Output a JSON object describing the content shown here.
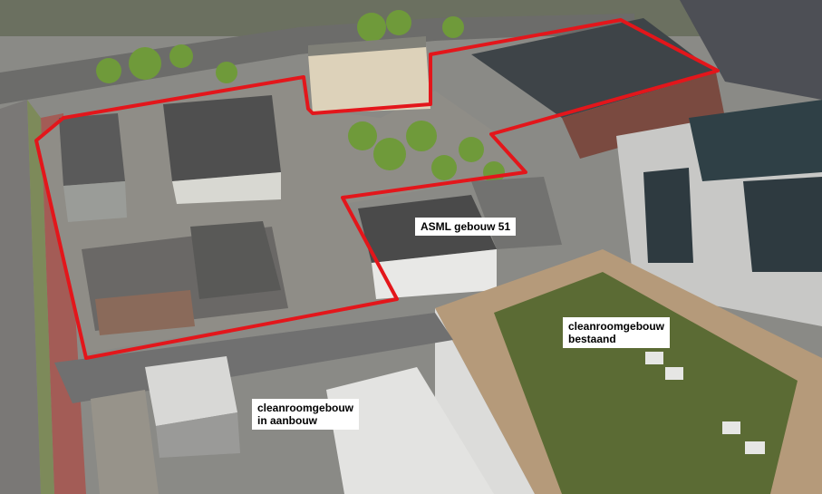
{
  "labels": {
    "asml_building": "ASML gebouw 51",
    "cleanroom_existing": [
      "cleanroomgebouw",
      "bestaand"
    ],
    "cleanroom_construction": [
      "cleanroomgebouw",
      "in aanbouw"
    ]
  },
  "colors": {
    "boundary": "#e3161b",
    "label_background": "#ffffff",
    "label_text": "#000000",
    "green_roof": "#5b6b34",
    "roof_border": "#b59a7a",
    "trees": "#6f9a3a"
  }
}
